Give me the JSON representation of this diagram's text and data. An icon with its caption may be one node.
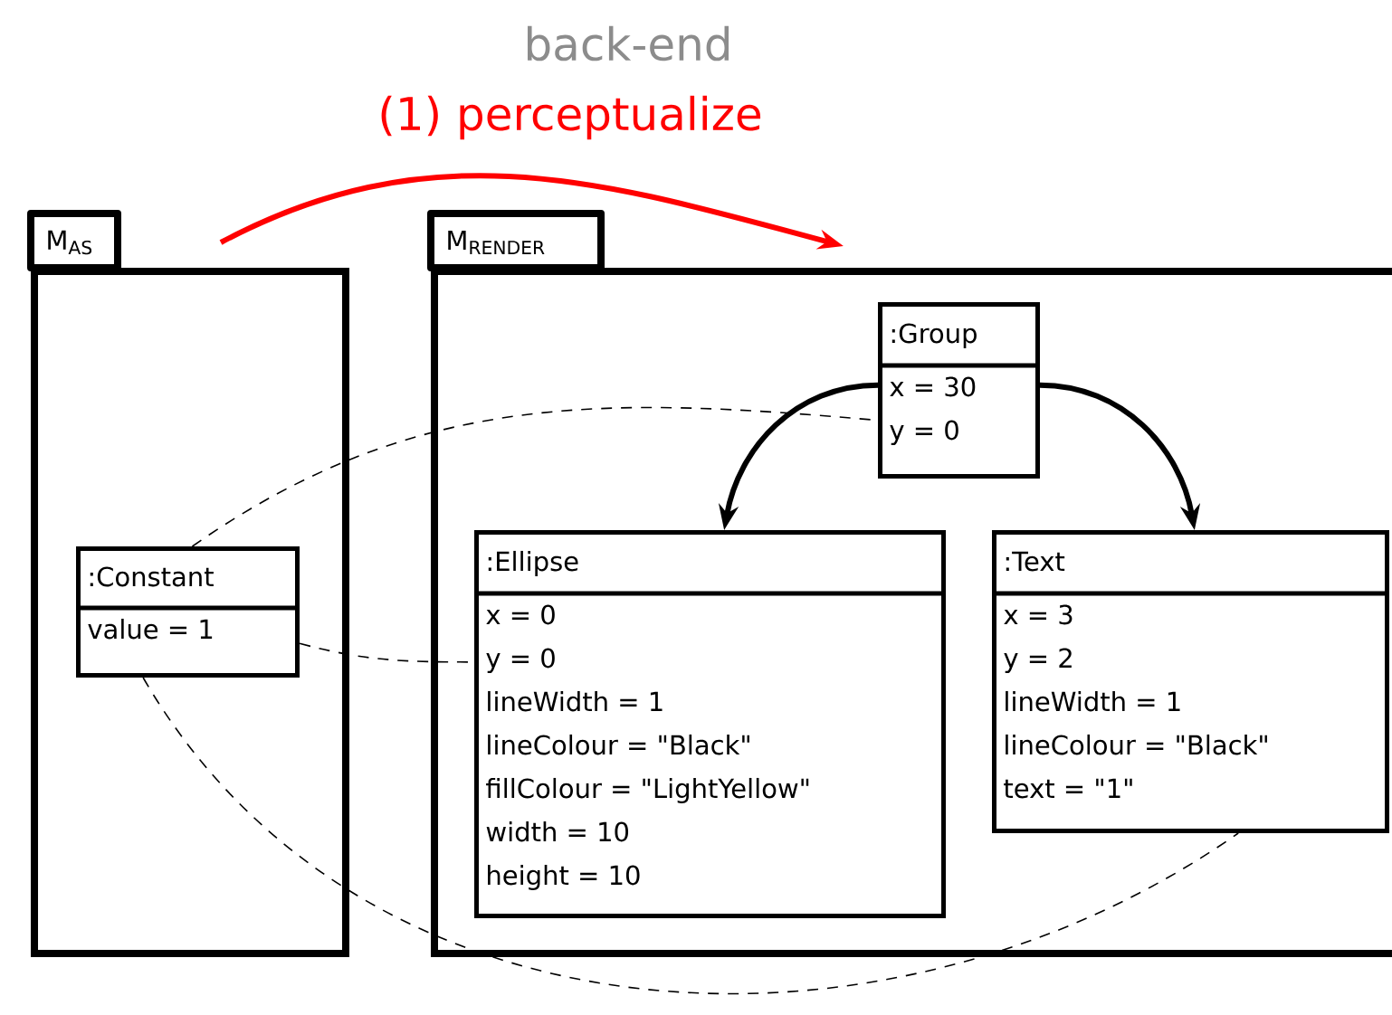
{
  "diagram": {
    "nodes": [
      {
        "text": [
          "M$_{AS}$"
        ]
      },
      {
        "text": [
          ":Constant",
          "value = 1"
        ],
        "in": 0
      },
      {
        "text": [
          "M$_{RENDER}$"
        ]
      },
      {
        "text": [
          ":Group",
          "x = 30",
          "y = 0"
        ],
        "in": 2
      },
      {
        "text": [
          ":Ellipse",
          "x = 0",
          "y = 0",
          "lineWidth = 1",
          "lineColour = \"Black\"",
          "fillColour = \"LightYellow\"",
          "width = 10",
          "height = 10"
        ],
        "in": 2
      },
      {
        "text": [
          ":Text",
          "x = 3",
          "y = 2",
          "lineWidth = 1",
          "lineColour = \"Black\"",
          "text = \"1\""
        ],
        "in": 2
      }
    ],
    "edges": [
      {
        "from": 0,
        "to": 2,
        "arrow": "to",
        "label": "(1) perceptualize",
        "style": "thick",
        "color": "#ff0000"
      },
      {
        "from": 3,
        "to": 4,
        "arrow": "to",
        "style": "thick"
      },
      {
        "from": 3,
        "to": 5,
        "arrow": "to",
        "style": "thick"
      },
      {
        "from": 1,
        "to": 3,
        "arrow": "none",
        "style": "dashed"
      },
      {
        "from": 1,
        "to": 4,
        "arrow": "none",
        "style": "dashed"
      },
      {
        "from": 1,
        "to": 5,
        "arrow": "none",
        "style": "dashed"
      }
    ],
    "labels": [
      "back-end"
    ]
  }
}
